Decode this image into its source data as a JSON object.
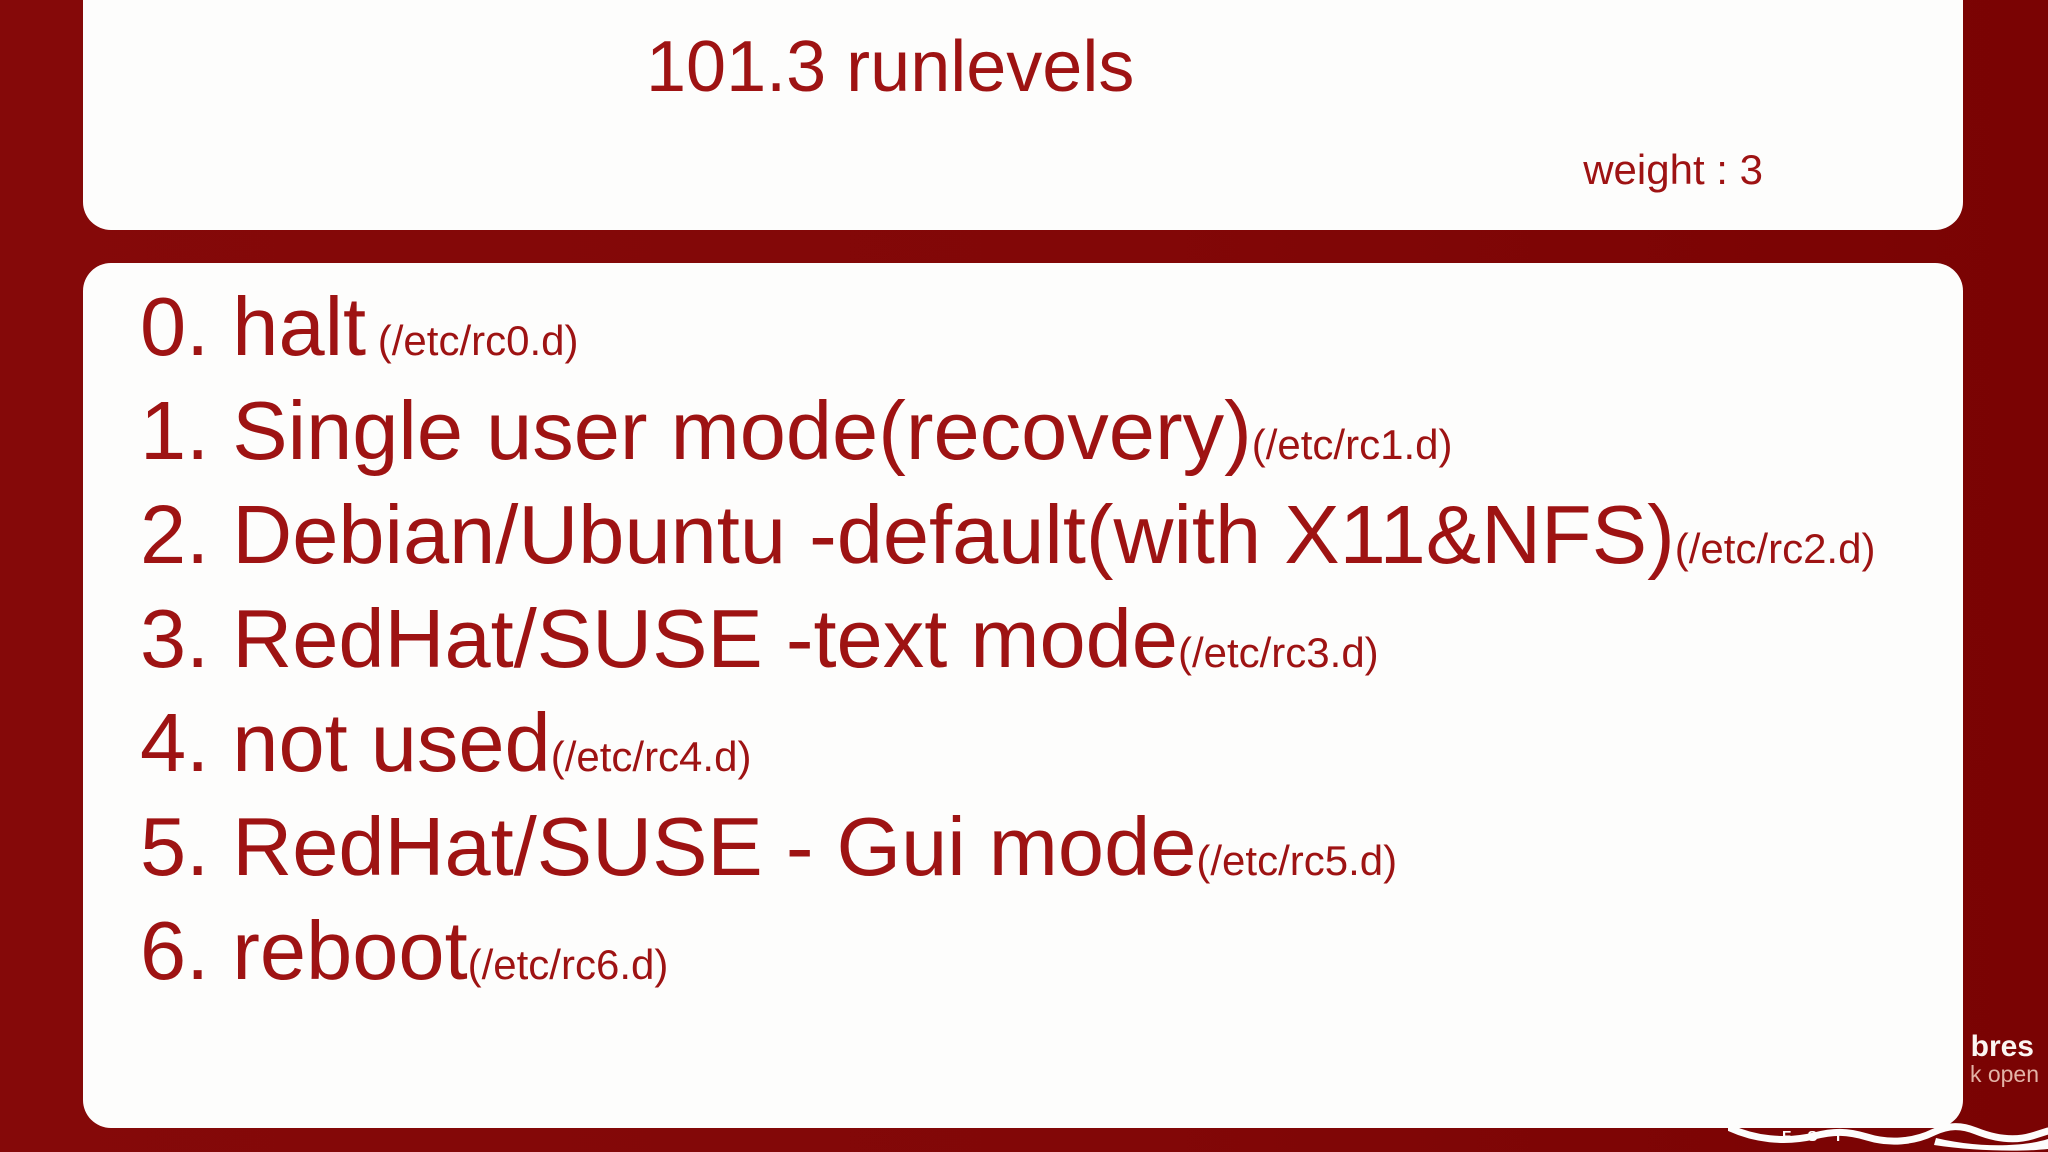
{
  "slide": {
    "header": {
      "title": "101.3 runlevels",
      "weight": "weight : 3"
    },
    "runlevels": [
      {
        "main": "0. halt",
        "path": " (/etc/rc0.d)"
      },
      {
        "main": "1. Single user mode(recovery)",
        "path": "(/etc/rc1.d)"
      },
      {
        "main": "2. Debian/Ubuntu -default(with X11&NFS)",
        "path": "(/etc/rc2.d)"
      },
      {
        "main": "3. RedHat/SUSE -text mode",
        "path": "(/etc/rc3.d)"
      },
      {
        "main": "4. not used",
        "path": "(/etc/rc4.d)"
      },
      {
        "main": "5. RedHat/SUSE - Gui mode",
        "path": "(/etc/rc5.d)"
      },
      {
        "main": "6. reboot",
        "path": "(/etc/rc6.d)"
      }
    ],
    "logo": {
      "fragment_top": "bres",
      "fragment_bottom": "k open",
      "fst": "F S T"
    },
    "colors": {
      "background_red": "#820707",
      "card_white": "#fdfdfc",
      "text_red": "#9e1313",
      "logo_pale": "#e3b3a6"
    }
  }
}
